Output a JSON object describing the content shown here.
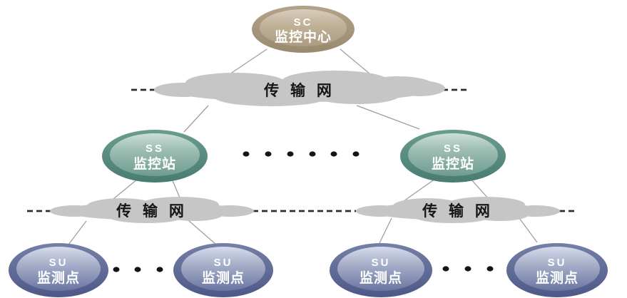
{
  "nodes": {
    "sc": {
      "code": "SC",
      "label": "监控中心"
    },
    "ss_left": {
      "code": "SS",
      "label": "监控站"
    },
    "ss_right": {
      "code": "SS",
      "label": "监控站"
    },
    "su_1": {
      "code": "SU",
      "label": "监测点"
    },
    "su_2": {
      "code": "SU",
      "label": "监测点"
    },
    "su_3": {
      "code": "SU",
      "label": "监测点"
    },
    "su_4": {
      "code": "SU",
      "label": "监测点"
    }
  },
  "clouds": {
    "top": {
      "label": "传 输 网"
    },
    "bottom_left": {
      "label": "传 输 网"
    },
    "bottom_right": {
      "label": "传 输 网"
    }
  },
  "colors": {
    "sc_ring_top": "#b2a38a",
    "sc_ring_bottom": "#99896f",
    "sc_inner_top": "#d8cebd",
    "sc_inner_bottom": "#ab9b81",
    "ss_ring_top": "#6b9c90",
    "ss_ring_bottom": "#487c71",
    "ss_inner_top": "#ccdfd8",
    "ss_inner_bottom": "#6f9c90",
    "su_ring_top": "#7580a7",
    "su_ring_bottom": "#4d5887",
    "su_inner_top": "#d7dcec",
    "su_inner_bottom": "#6a76a2",
    "cloud_fill": "#c6c6c6",
    "connector_line": "#9f9f9f",
    "dashed_line": "#2e2e2e",
    "dot": "#141414",
    "node_text": "#ffffff",
    "cloud_text": "#161616",
    "background": "#ffffff"
  }
}
